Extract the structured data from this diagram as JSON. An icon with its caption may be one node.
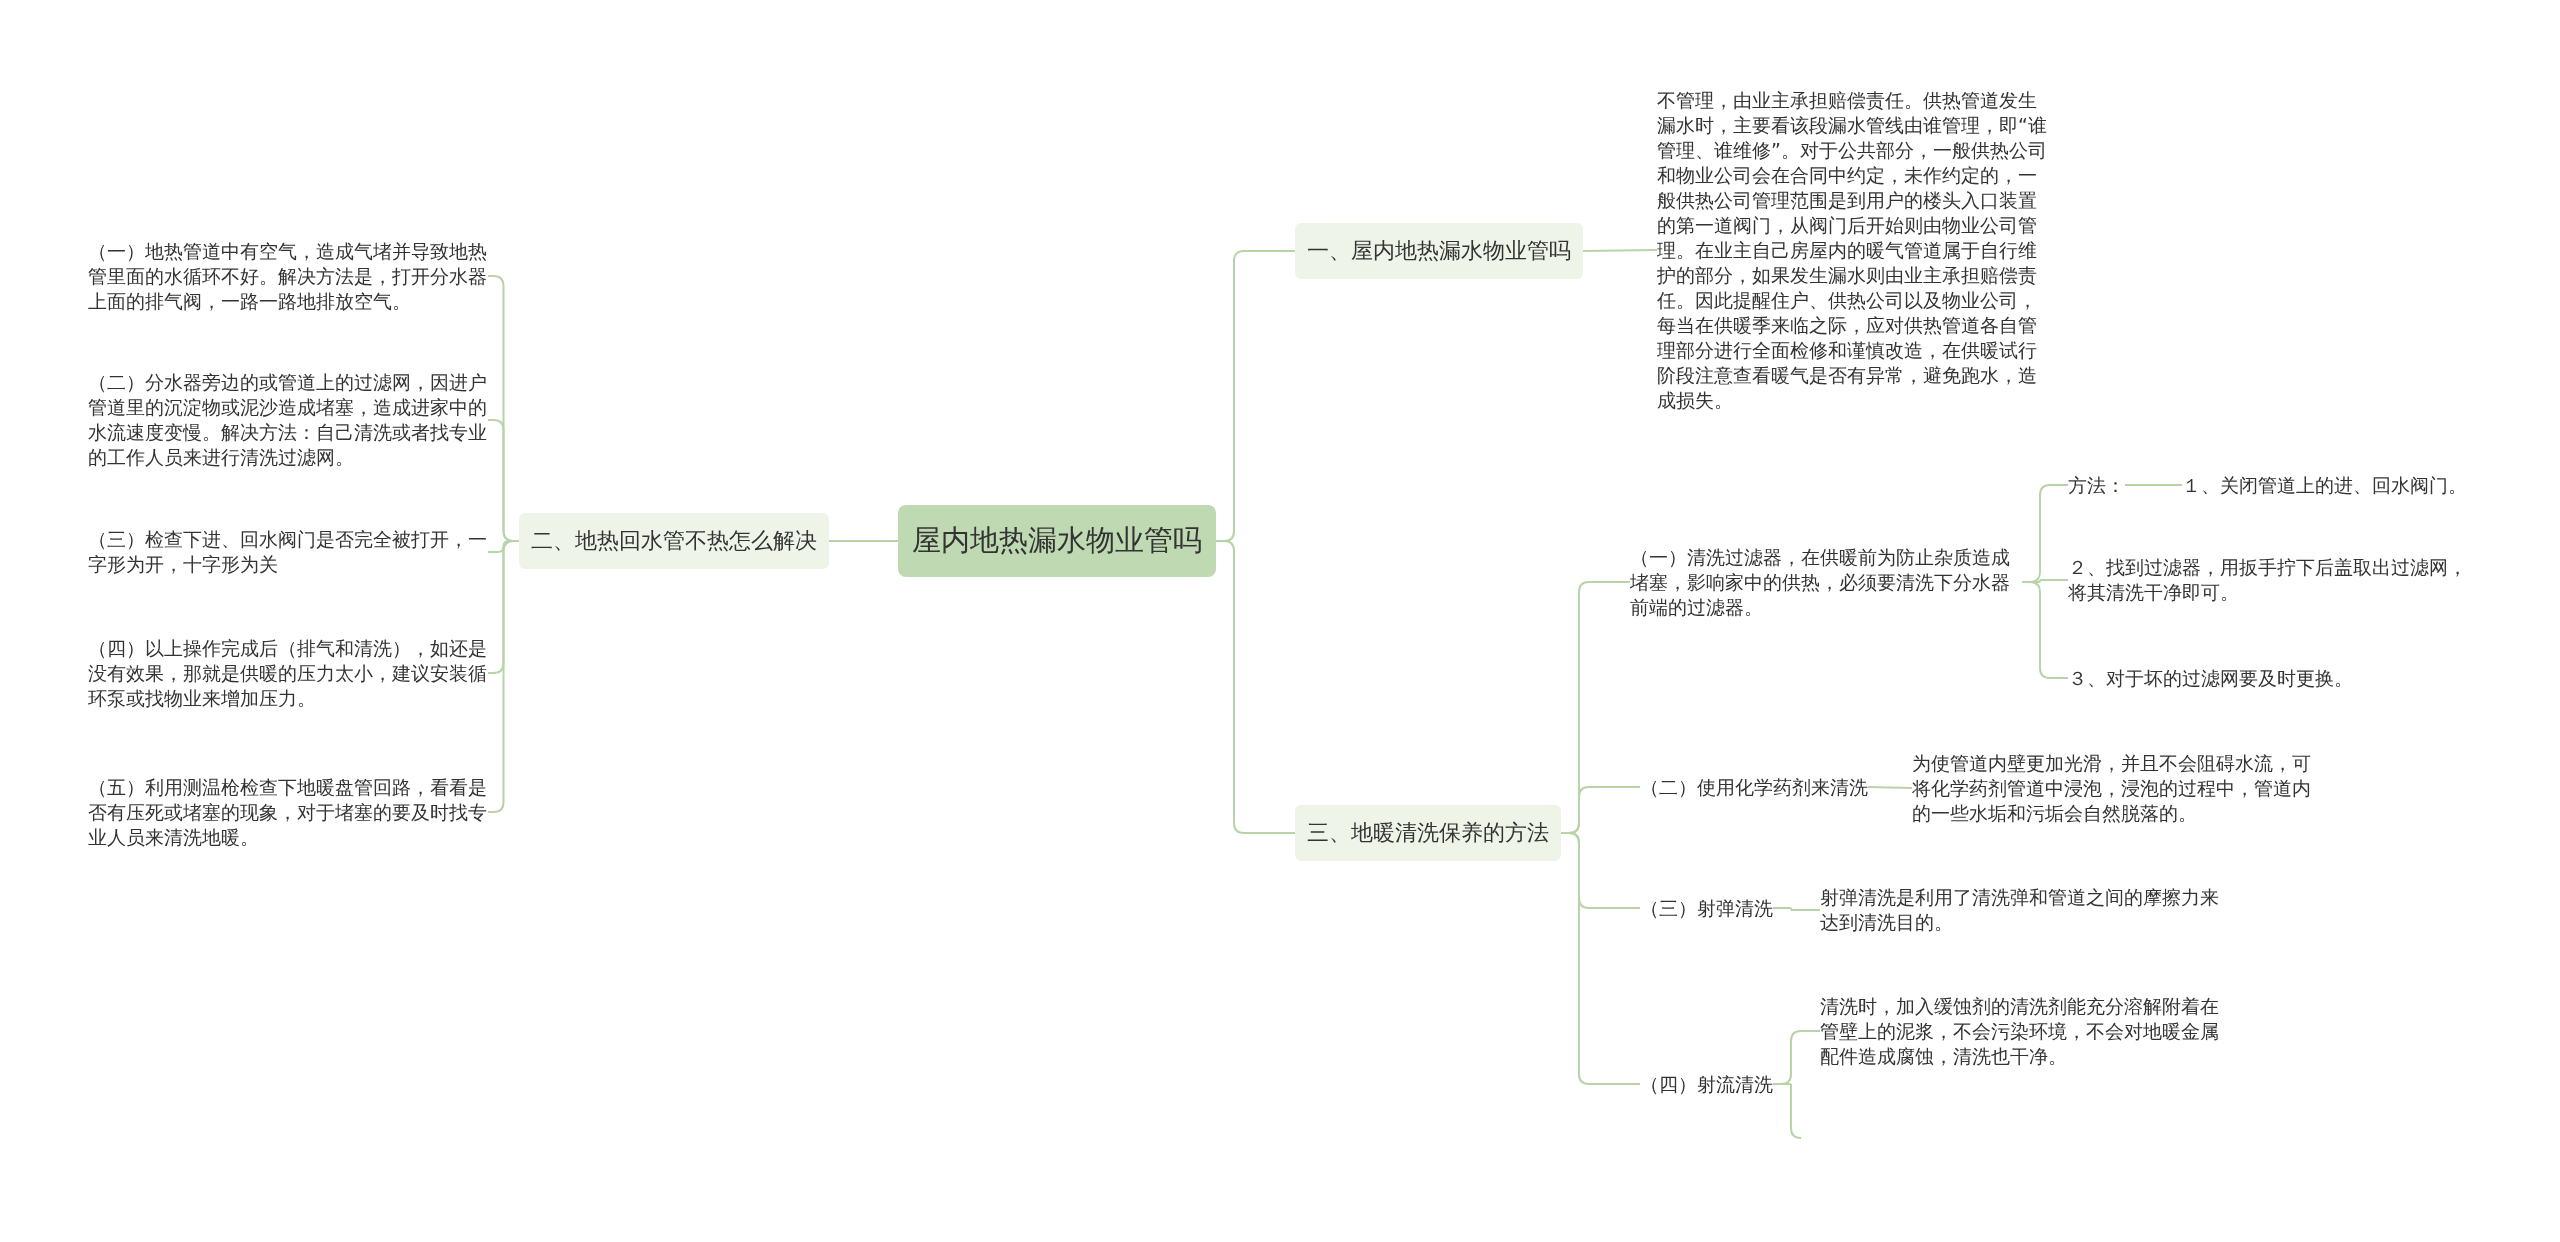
{
  "diagram": {
    "nodes": [
      {
        "text": [
          "屋内地热漏水物业管吗"
        ]
      },
      {
        "text": [
          "一、屋内地热漏水物业管吗"
        ]
      },
      {
        "text": [
          "不管理，由业主承担赔偿责任。供热管道发生漏水时，主要看该段漏水管线由谁管理，即“谁管理、谁维修”。对于公共部分，一般供热公司和物业公司会在合同中约定，未作约定的，一般供热公司管理范围是到用户的楼头入口装置的第一道阀门，从阀门后开始则由物业公司管理。在业主自己房屋内的暖气管道属于自行维护的部分，如果发生漏水则由业主承担赔偿责任。因此提醒住户、供热公司以及物业公司，每当在供暖季来临之际，应对供热管道各自管理部分进行全面检修和谨慎改造，在供暖试行阶段注意查看暖气是否有异常，避免跑水，造成损失。"
        ]
      },
      {
        "text": [
          "二、地热回水管不热怎么解决"
        ]
      },
      {
        "text": [
          "（一）地热管道中有空气，造成气堵并导致地热管里面的水循环不好。解决方法是，打开分水器上面的排气阀，一路一路地排放空气。"
        ]
      },
      {
        "text": [
          "（二）分水器旁边的或管道上的过滤网，因进户管道里的沉淀物或泥沙造成堵塞，造成进家中的水流速度变慢。解决方法：自己清洗或者找专业的工作人员来进行清洗过滤网。"
        ]
      },
      {
        "text": [
          "（三）检查下进、回水阀门是否完全被打开，一字形为开，十字形为关"
        ]
      },
      {
        "text": [
          "（四）以上操作完成后（排气和清洗），如还是没有效果，那就是供暖的压力太小，建议安装循环泵或找物业来增加压力。"
        ]
      },
      {
        "text": [
          "（五）利用测温枪检查下地暖盘管回路，看看是否有压死或堵塞的现象，对于堵塞的要及时找专业人员来清洗地暖。"
        ]
      },
      {
        "text": [
          "三、地暖清洗保养的方法"
        ]
      },
      {
        "text": [
          "（一）清洗过滤器，在供暖前为防止杂质造成堵塞，影响家中的供热，必须要清洗下分水器前端的过滤器。"
        ]
      },
      {
        "text": [
          "方法："
        ]
      },
      {
        "text": [
          "１、关闭管道上的进、回水阀门。"
        ]
      },
      {
        "text": [
          "２、找到过滤器，用扳手拧下后盖取出过滤网，将其清洗干净即可。"
        ]
      },
      {
        "text": [
          "３、对于坏的过滤网要及时更换。"
        ]
      },
      {
        "text": [
          "（二）使用化学药剂来清洗"
        ]
      },
      {
        "text": [
          "为使管道内壁更加光滑，并且不会阻碍水流，可将化学药剂管道中浸泡，浸泡的过程中，管道内的一些水垢和污垢会自然脱落的。"
        ]
      },
      {
        "text": [
          "（三）射弹清洗"
        ]
      },
      {
        "text": [
          "射弹清洗是利用了清洗弹和管道之间的摩擦力来达到清洗目的。"
        ]
      },
      {
        "text": [
          "（四）射流清洗"
        ]
      },
      {
        "text": [
          "清洗时，加入缓蚀剂的清洗剂能充分溶解附着在管壁上的泥浆，不会污染环境，不会对地暖金属配件造成腐蚀，清洗也干净。"
        ]
      }
    ],
    "edges": [
      {
        "from": 0,
        "to": 1,
        "arrow": "none"
      },
      {
        "from": 1,
        "to": 2,
        "arrow": "none"
      },
      {
        "from": 0,
        "to": 3,
        "arrow": "none"
      },
      {
        "from": 3,
        "to": 4,
        "arrow": "none"
      },
      {
        "from": 3,
        "to": 5,
        "arrow": "none"
      },
      {
        "from": 3,
        "to": 6,
        "arrow": "none"
      },
      {
        "from": 3,
        "to": 7,
        "arrow": "none"
      },
      {
        "from": 3,
        "to": 8,
        "arrow": "none"
      },
      {
        "from": 0,
        "to": 9,
        "arrow": "none"
      },
      {
        "from": 9,
        "to": 10,
        "arrow": "none"
      },
      {
        "from": 10,
        "to": 11,
        "arrow": "none"
      },
      {
        "from": 11,
        "to": 12,
        "arrow": "none"
      },
      {
        "from": 10,
        "to": 13,
        "arrow": "none"
      },
      {
        "from": 10,
        "to": 14,
        "arrow": "none"
      },
      {
        "from": 9,
        "to": 15,
        "arrow": "none"
      },
      {
        "from": 15,
        "to": 16,
        "arrow": "none"
      },
      {
        "from": 9,
        "to": 17,
        "arrow": "none"
      },
      {
        "from": 17,
        "to": 18,
        "arrow": "none"
      },
      {
        "from": 9,
        "to": 19,
        "arrow": "none"
      },
      {
        "from": 19,
        "to": 20,
        "arrow": "none"
      }
    ]
  }
}
